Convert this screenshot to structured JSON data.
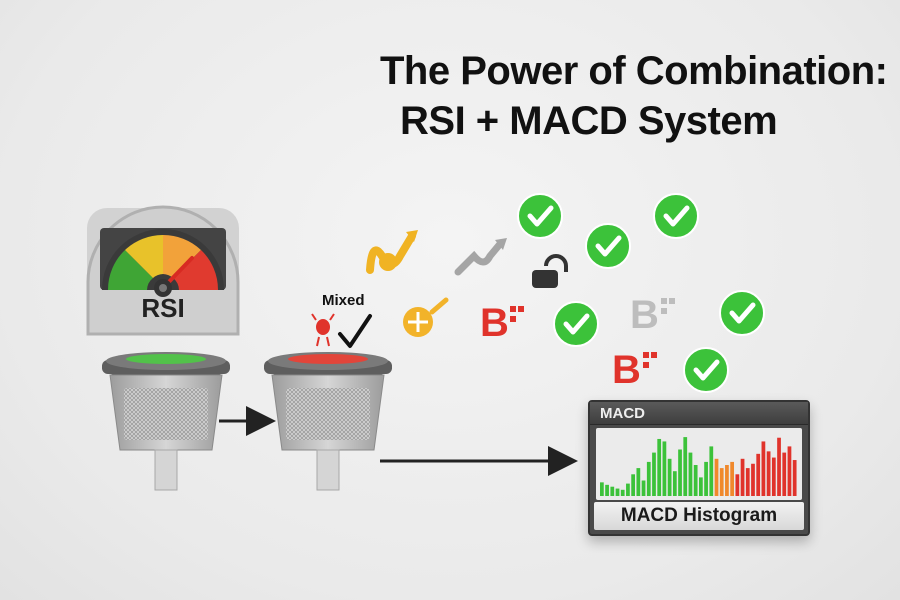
{
  "title": {
    "line1": "The Power of Combination:",
    "line2": "RSI + MACD System"
  },
  "rsi_gauge": {
    "label": "RSI",
    "zones": [
      "#3fa535",
      "#e8c22a",
      "#f2a23a",
      "#e03a2f"
    ]
  },
  "filters": {
    "first": {
      "indicator_color": "#52c24a"
    },
    "second": {
      "indicator_color": "#e2453a",
      "signal_label": "Mixed"
    }
  },
  "signals": {
    "confirmed_icon": "check-circle-icon",
    "confirmed_color": "#3cc23a",
    "noise_icons": [
      "bull-arrow-icon",
      "grey-arrow-icon",
      "lock-icon",
      "b-mark-icon"
    ]
  },
  "macd": {
    "header_label": "MACD",
    "footer_label": "MACD Histogram",
    "bar_heights": [
      0.22,
      0.18,
      0.15,
      0.12,
      0.1,
      0.2,
      0.35,
      0.45,
      0.25,
      0.55,
      0.7,
      0.92,
      0.88,
      0.6,
      0.4,
      0.75,
      0.95,
      0.7,
      0.5,
      0.3,
      0.55,
      0.8,
      0.6,
      0.45,
      0.5,
      0.55,
      0.35,
      0.6,
      0.45,
      0.52,
      0.68,
      0.88,
      0.72,
      0.62,
      0.94,
      0.7,
      0.8,
      0.58
    ],
    "bar_colors": [
      "green",
      "green",
      "green",
      "green",
      "green",
      "green",
      "green",
      "green",
      "green",
      "green",
      "green",
      "green",
      "green",
      "green",
      "green",
      "green",
      "green",
      "green",
      "green",
      "green",
      "green",
      "green",
      "orange",
      "orange",
      "orange",
      "orange",
      "red",
      "red",
      "red",
      "red",
      "red",
      "red",
      "red",
      "red",
      "red",
      "red",
      "red",
      "red"
    ],
    "palette": {
      "green": "#3cc23a",
      "orange": "#f0892c",
      "red": "#e0332b"
    }
  }
}
